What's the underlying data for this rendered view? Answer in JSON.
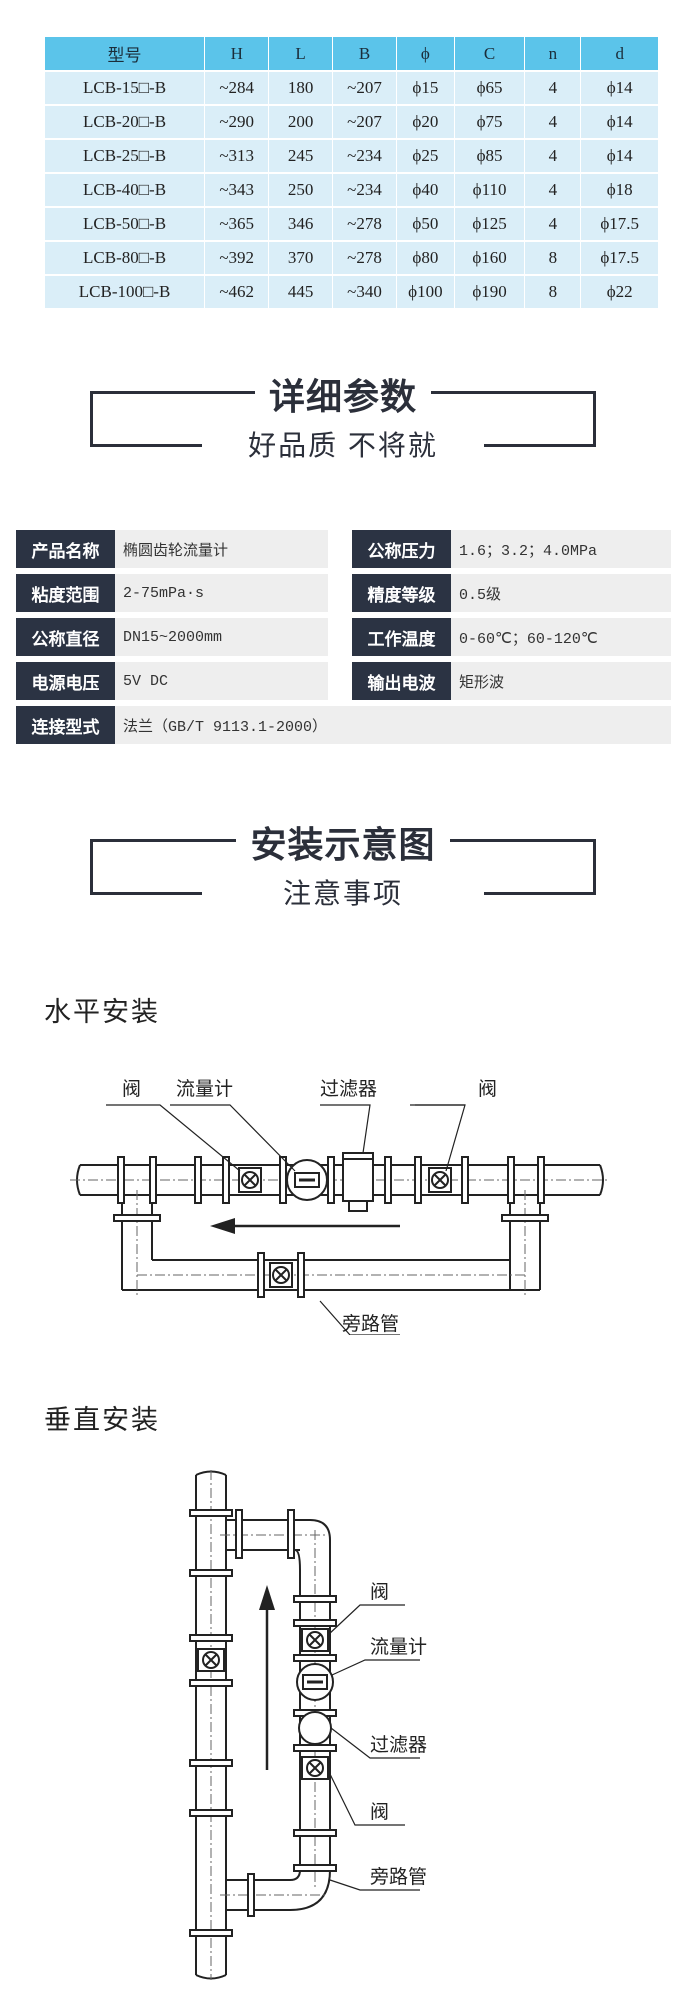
{
  "dim_table": {
    "headers": [
      "型号",
      "H",
      "L",
      "B",
      "ϕ",
      "C",
      "n",
      "d"
    ],
    "rows": [
      [
        "LCB-15□-B",
        "~284",
        "180",
        "~207",
        "ϕ15",
        "ϕ65",
        "4",
        "ϕ14"
      ],
      [
        "LCB-20□-B",
        "~290",
        "200",
        "~207",
        "ϕ20",
        "ϕ75",
        "4",
        "ϕ14"
      ],
      [
        "LCB-25□-B",
        "~313",
        "245",
        "~234",
        "ϕ25",
        "ϕ85",
        "4",
        "ϕ14"
      ],
      [
        "LCB-40□-B",
        "~343",
        "250",
        "~234",
        "ϕ40",
        "ϕ110",
        "4",
        "ϕ18"
      ],
      [
        "LCB-50□-B",
        "~365",
        "346",
        "~278",
        "ϕ50",
        "ϕ125",
        "4",
        "ϕ17.5"
      ],
      [
        "LCB-80□-B",
        "~392",
        "370",
        "~278",
        "ϕ80",
        "ϕ160",
        "8",
        "ϕ17.5"
      ],
      [
        "LCB-100□-B",
        "~462",
        "445",
        "~340",
        "ϕ100",
        "ϕ190",
        "8",
        "ϕ22"
      ]
    ]
  },
  "section_params": {
    "title": "详细参数",
    "subtitle": "好品质 不将就"
  },
  "specs": {
    "name_label": "产品名称",
    "name_value": "椭圆齿轮流量计",
    "pressure_label": "公称压力",
    "pressure_value": "1.6；3.2；4.0MPa",
    "viscosity_label": "粘度范围",
    "viscosity_value": "2-75mPa·s",
    "accuracy_label": "精度等级",
    "accuracy_value": "0.5级",
    "diameter_label": "公称直径",
    "diameter_value": "DN15~2000mm",
    "temp_label": "工作温度",
    "temp_value": "0-60℃；60-120℃",
    "power_label": "电源电压",
    "power_value": "5V DC",
    "output_label": "输出电波",
    "output_value": "矩形波",
    "conn_label": "连接型式",
    "conn_value": "法兰（GB/T 9113.1-2000）"
  },
  "section_install": {
    "title": "安装示意图",
    "subtitle": "注意事项"
  },
  "horizontal": {
    "title": "水平安装",
    "label_valve_left": "阀",
    "label_meter": "流量计",
    "label_filter": "过滤器",
    "label_valve_right": "阀",
    "label_bypass": "旁路管"
  },
  "vertical": {
    "title": "垂直安装",
    "label_valve_top": "阀",
    "label_meter": "流量计",
    "label_filter": "过滤器",
    "label_valve_bottom": "阀",
    "label_bypass": "旁路管"
  },
  "colors": {
    "table_header": "#5bc4ea",
    "table_row": "#daeef8",
    "spec_key": "#2b3343",
    "spec_value": "#eeeeee",
    "heading": "#2b2f3a"
  }
}
